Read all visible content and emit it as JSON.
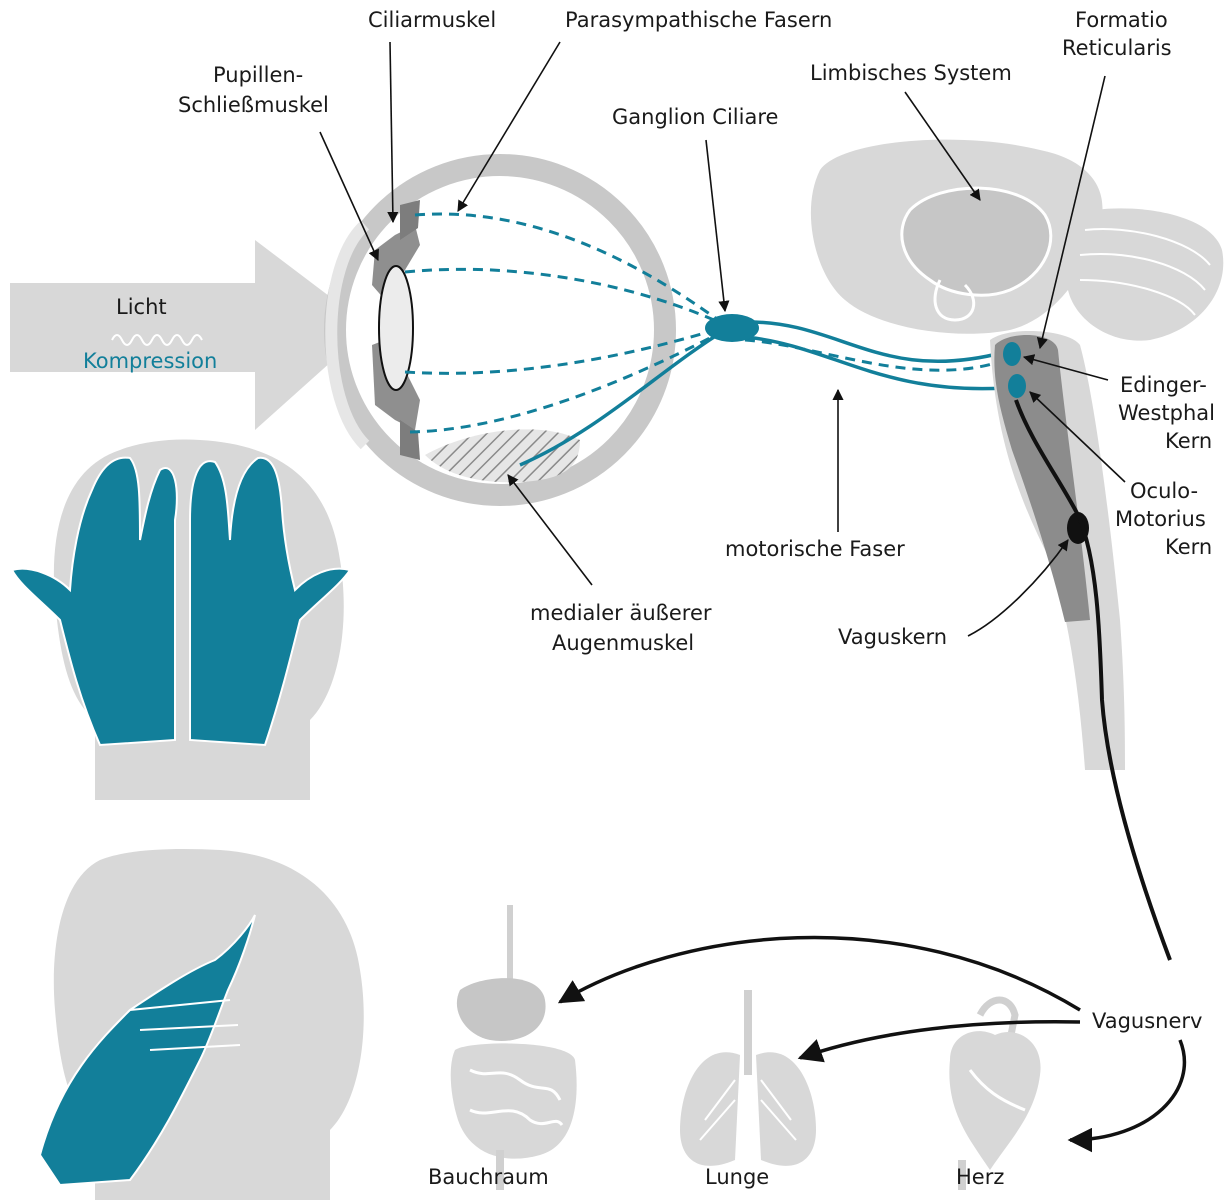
{
  "labels": {
    "ciliarmuskel": "Ciliarmuskel",
    "parasympathische_fasern": "Parasympathische Fasern",
    "formatio_line1": "Formatio",
    "formatio_line2": "Reticularis",
    "pupillen_line1": "Pupillen-",
    "pupillen_line2": "Schließmuskel",
    "limbisches_system": "Limbisches System",
    "ganglion_ciliare": "Ganglion Ciliare",
    "licht": "Licht",
    "kompression": "Kompression",
    "edinger_line1": "Edinger-",
    "edinger_line2": "Westphal",
    "edinger_line3": "Kern",
    "oculo_line1": "Oculo-",
    "oculo_line2": "Motorius",
    "oculo_line3": "Kern",
    "motorische_faser": "motorische Faser",
    "medialer_line1": "medialer äußerer",
    "medialer_line2": "Augenmuskel",
    "vaguskern": "Vaguskern",
    "vagusnerv": "Vagusnerv",
    "bauchraum": "Bauchraum",
    "lunge": "Lunge",
    "herz": "Herz"
  },
  "colors": {
    "teal": "#127f9a",
    "light_gray": "#d8d8d8",
    "mid_gray": "#b9b9b9",
    "dark_gray": "#7d7d7d",
    "black": "#111111"
  }
}
